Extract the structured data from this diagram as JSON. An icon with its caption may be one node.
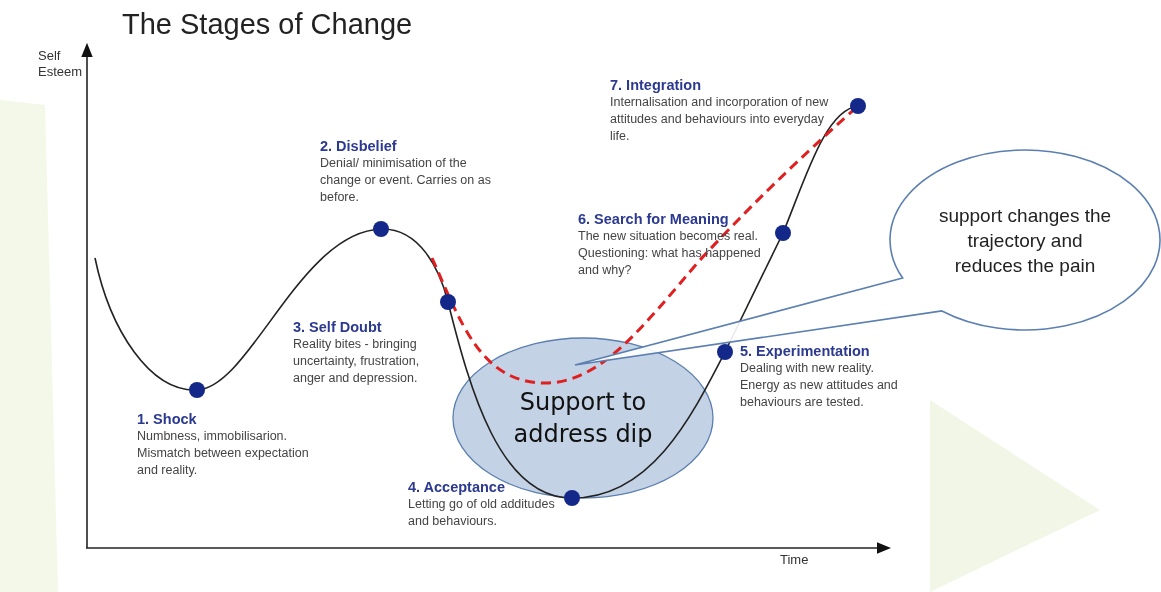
{
  "diagram": {
    "title": "The Stages of Change",
    "nodes": [
      {
        "text": [
          "1. Shock",
          "Numbness, immobilisarion. Mismatch between expectation and reality."
        ]
      },
      {
        "text": [
          "2. Disbelief",
          "Denial/ minimisation of the change or event. Carries on as before."
        ]
      },
      {
        "text": [
          "3. Self Doubt",
          "Reality bites - bringing uncertainty, frustration, anger and depression."
        ]
      },
      {
        "text": [
          "4. Acceptance",
          "Letting go of old additudes and behaviours."
        ]
      },
      {
        "text": [
          "5. Experimentation",
          "Dealing with new reality. Energy as new attitudes and behaviours are tested."
        ]
      },
      {
        "text": [
          "6. Search for Meaning",
          "The new situation becomes real. Questioning: what has happened and why?"
        ]
      },
      {
        "text": [
          "7. Integration",
          "Internalisation and incorporation of new attitudes and behaviours into everyday life."
        ]
      },
      {
        "text": [
          "Support to address dip"
        ]
      },
      {
        "text": [
          "support changes the trajectory and reduces the pain"
        ]
      }
    ],
    "labels": [
      "Self Esteem",
      "Time"
    ]
  }
}
